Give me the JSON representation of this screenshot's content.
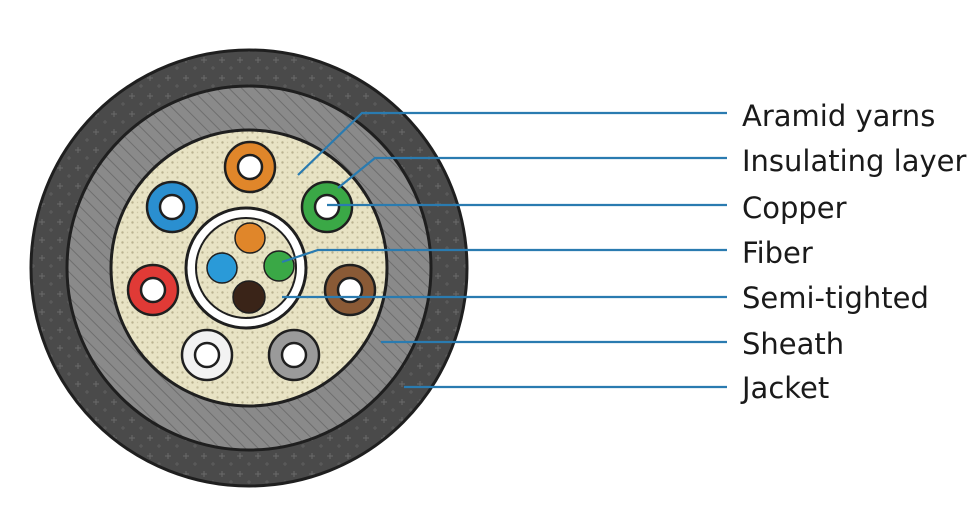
{
  "diagram": {
    "colors": {
      "jacket": "#4a4a4a",
      "sheath": "#8a8a8a",
      "filler": "#e8e3c4",
      "filler_dot": "#b9b290",
      "outline": "#1f1f1f",
      "leader": "#2a7bb0",
      "tube_ring": "#ffffff"
    },
    "labels": [
      {
        "id": "aramid",
        "text": "Aramid yarns"
      },
      {
        "id": "insulating",
        "text": "Insulating layer"
      },
      {
        "id": "copper",
        "text": "Copper"
      },
      {
        "id": "fiber",
        "text": "Fiber"
      },
      {
        "id": "semi",
        "text": "Semi-tighted"
      },
      {
        "id": "sheath",
        "text": "Sheath"
      },
      {
        "id": "jacket",
        "text": "Jacket"
      }
    ],
    "outer_conductors": [
      {
        "name": "orange-conductor",
        "color": "#e0862a"
      },
      {
        "name": "green-conductor",
        "color": "#3aa846"
      },
      {
        "name": "brown-conductor",
        "color": "#8a5a36"
      },
      {
        "name": "gray-conductor",
        "color": "#9a9a9a"
      },
      {
        "name": "white-conductor",
        "color": "#f2f2f2"
      },
      {
        "name": "red-conductor",
        "color": "#e03a36"
      },
      {
        "name": "blue-conductor",
        "color": "#2a8fd0"
      }
    ],
    "fibers": [
      {
        "name": "orange-fiber",
        "color": "#e0862a"
      },
      {
        "name": "blue-fiber",
        "color": "#2a9ad8"
      },
      {
        "name": "green-fiber",
        "color": "#3aa846"
      },
      {
        "name": "brown-fiber",
        "color": "#3a2418"
      }
    ]
  }
}
